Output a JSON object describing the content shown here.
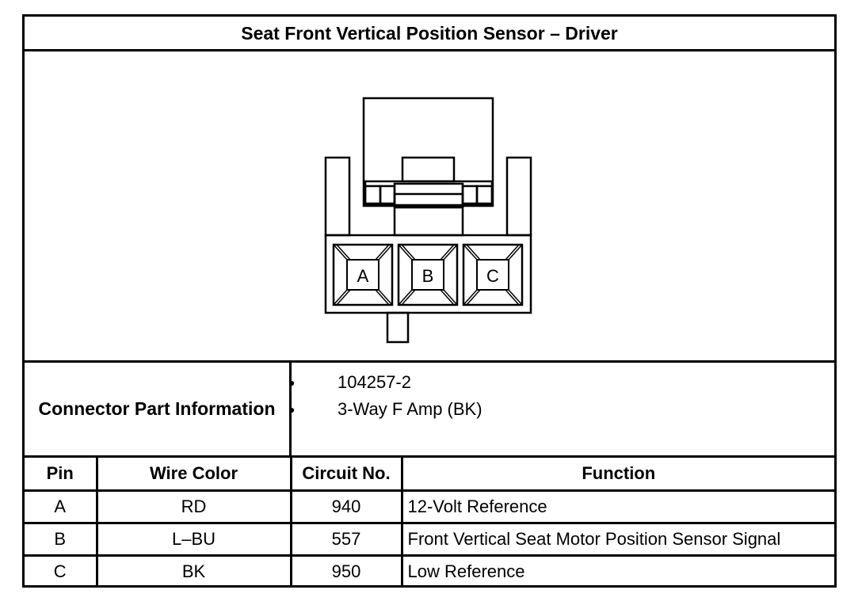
{
  "title": "Seat Front Vertical Position Sensor – Driver",
  "connector": {
    "cavity_labels": [
      "A",
      "B",
      "C"
    ]
  },
  "part_info": {
    "label": "Connector Part Information",
    "items": [
      "104257-2",
      "3-Way F Amp (BK)"
    ]
  },
  "pin_table": {
    "headers": [
      "Pin",
      "Wire Color",
      "Circuit No.",
      "Function"
    ],
    "rows": [
      {
        "pin": "A",
        "wire_color": "RD",
        "circuit": "940",
        "function": "12-Volt Reference"
      },
      {
        "pin": "B",
        "wire_color": "L–BU",
        "circuit": "557",
        "function": "Front Vertical Seat Motor Position Sensor Signal"
      },
      {
        "pin": "C",
        "wire_color": "BK",
        "circuit": "950",
        "function": "Low Reference"
      }
    ]
  }
}
